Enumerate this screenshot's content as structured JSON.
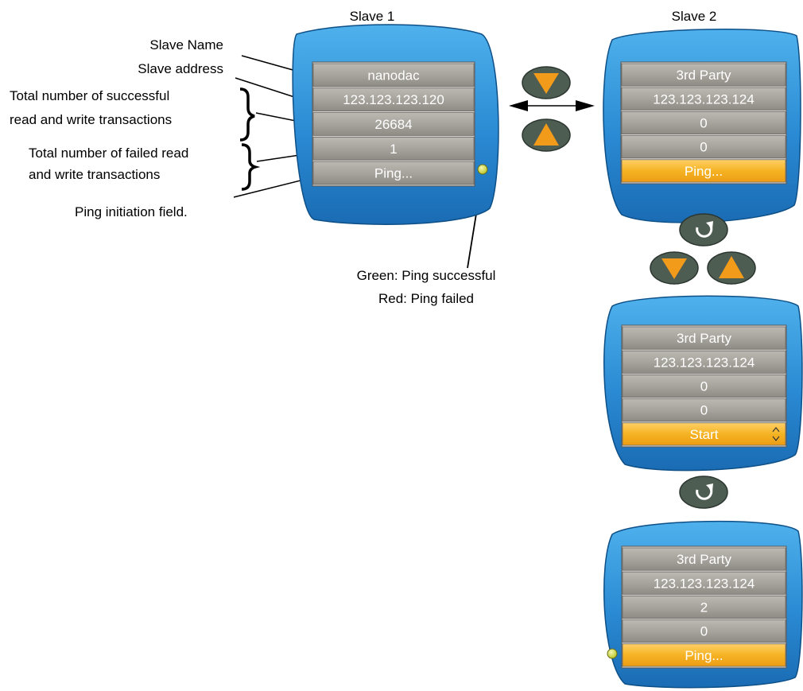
{
  "headings": {
    "slave1": "Slave 1",
    "slave2": "Slave 2"
  },
  "labels": {
    "slave_name": "Slave Name",
    "slave_address": "Slave address",
    "success_line1": "Total number of successful",
    "success_line2": "read and write transactions",
    "failed_line1": "Total number of failed read",
    "failed_line2": "and write transactions",
    "ping_field": "Ping initiation field.",
    "status_line1": "Green: Ping successful",
    "status_line2": "Red: Ping failed"
  },
  "screens": [
    {
      "id": "slave1",
      "rows": [
        "nanodac",
        "123.123.123.120",
        "26684",
        "1",
        "Ping..."
      ],
      "highlight_last": false,
      "led": "right"
    },
    {
      "id": "slave2",
      "rows": [
        "3rd Party",
        "123.123.123.124",
        "0",
        "0",
        "Ping..."
      ],
      "highlight_last": true,
      "led": "none"
    },
    {
      "id": "slave2-start",
      "rows": [
        "3rd Party",
        "123.123.123.124",
        "0",
        "0",
        "Start"
      ],
      "highlight_last": true,
      "led": "none",
      "spinner": true
    },
    {
      "id": "slave2-result",
      "rows": [
        "3rd Party",
        "123.123.123.124",
        "2",
        "0",
        "Ping..."
      ],
      "highlight_last": true,
      "led": "left"
    }
  ],
  "colors": {
    "bezel": "#2e8fd6",
    "row_gray": "#a9a59f",
    "row_highlight": "#f4b323",
    "button_body": "#4a5a4f",
    "button_arrow": "#f09a1c",
    "led": "#d8e04a"
  },
  "icons": [
    "down-arrow-button-icon",
    "up-arrow-button-icon",
    "scroll-button-icon",
    "double-arrow-icon",
    "led-indicator-icon",
    "brace-icon",
    "updown-chevron-icon"
  ]
}
